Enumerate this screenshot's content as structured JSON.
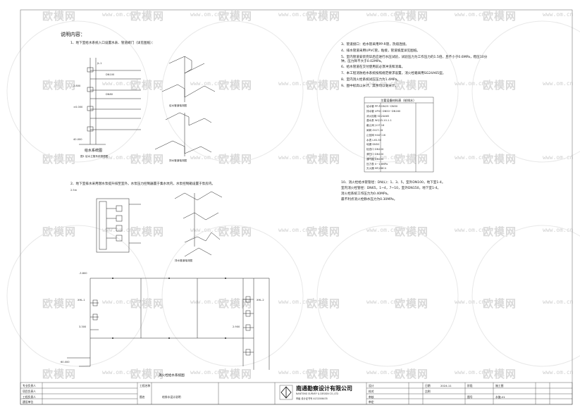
{
  "watermark": {
    "logo_text": "欧模网",
    "url": "www.om.cn"
  },
  "notes_left": {
    "title": "说明内容：",
    "item1": "1、地下室给水系统入口设置水表、管道阀门（详见图纸）：",
    "diagram1_caption": "给水系统图",
    "diagram1_sub": "图1  给水立管系统原理图",
    "axon1a_caption": "给水管道轴测图",
    "axon1b_caption": "排水管道轴测图",
    "item2": "2、地下室排水采用潜水泵提升排至室外。水泵压力控制器置于集水坑内，水泵控制箱设置于泵房内。",
    "item2b": "2.5m",
    "axon2_caption": "排水管道轴测图",
    "axon3_caption": "消火栓给水系统图",
    "elev_a": "40.000",
    "elev_b": "2.800",
    "elev_c": "±0.000",
    "elev_d": "-3.800",
    "elev_e": "3.300",
    "elev_f": "2.900",
    "elev_g": "60.000",
    "pipe_label_1": "JL-1",
    "pipe_label_2": "DN100",
    "pipe_label_3": "DN80",
    "pipe_label_4": "XHL-1",
    "pipe_label_5": "XHL-2"
  },
  "notes_right": {
    "item3": "3、管道接口：给水管采用PP-R管，热熔连接。",
    "item4": "4、排水管道采用UPVC管，粘接，管道坡度详见图纸。",
    "item5": "5、室内管道安装完毕后应进行水压试验，试验压力为工作压力的1.5倍，且不小于0.6MPa，稳压10分钟，压力降不大于0.02MPa。",
    "item6": "6、给水管道在交付使用前必须冲洗和消毒。",
    "item7": "7、本工程消防给水系统按照规范要求设置，消火栓箱采用SG24A65型。",
    "item8": "8、室内消火栓系统试压压力为1.4MPa。",
    "item9": "9、图中标高以米计，其余均以毫米计。",
    "table_title": "主要设备材料表（给排水）",
    "table_rows": [
      "给水管  PP-R  DN25~DN50",
      "排水管  UPVC  DN50~DN160",
      "消火栓箱  SG24A65",
      "潜水泵  WQ15-10-1.1",
      "截止阀  J11T-16",
      "闸阀  Z41T-16",
      "止回阀  H44T-16",
      "水表  LXS-50",
      "地漏  DN50",
      "检查口  DN100",
      "清扫口  DN100",
      "通气帽  DN100",
      "压力表  0~1.6MPa",
      "灭火器  MF/ABC4"
    ],
    "item10": "10、消火栓给水管管径：DN(L)：1、3、5，室外DN100，地下室1-4。",
    "item10b": "室内消火栓管径：DN65，1~4，7~10，室外DN150，地下室1-4。",
    "item10c": "消火栓系统工作压力为0.40MPa。",
    "item10d": "最不利点消火栓静水压力为0.30MPa。"
  },
  "title_block": {
    "company_cn": "南通勘察设计有限公司",
    "company_en": "NANTONG SURVEY & DESIGN CO.,LTD",
    "cert": "甲级 设计证书号 A132006435",
    "project_label": "工程名称",
    "drawing_label": "图名",
    "drawing_name": "给排水设计说明",
    "design_label": "设计",
    "check_label": "校对",
    "review_label": "审核",
    "approve_label": "审定",
    "scale_label": "比例",
    "date_label": "日期",
    "date_value": "2024.11",
    "sheet_label": "图号",
    "sheet_value": "水施-01",
    "stage_label": "阶段",
    "stage_value": "施工图",
    "left_cells": [
      "专业负责人",
      "项目负责人",
      "工程负责人",
      "建设单位"
    ]
  }
}
